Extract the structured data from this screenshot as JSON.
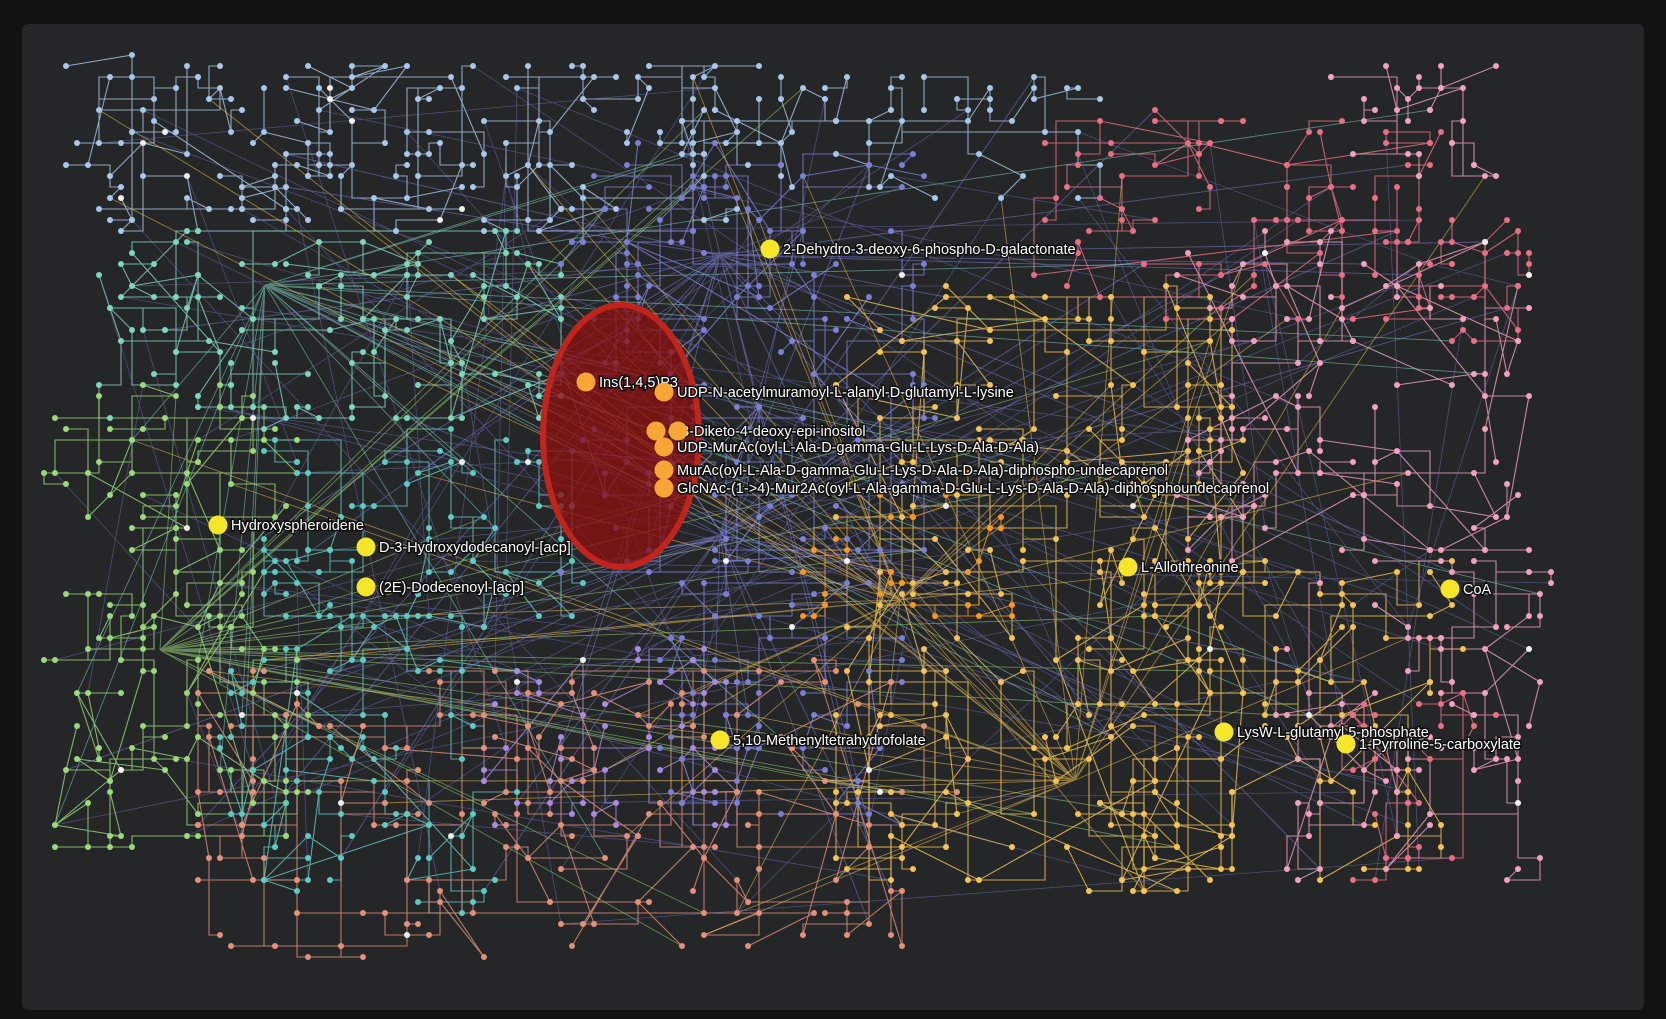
{
  "colors": {
    "background": "#121212",
    "canvas": "#252627",
    "highlight_node": "#f5e727",
    "highlight_node_in_selection": "#f7a534",
    "selection_fill": "#8b1111",
    "selection_stroke": "#c0241c",
    "cluster_blue": "#a7c8ea",
    "cluster_teal": "#7fd6bf",
    "cluster_green": "#9ad97c",
    "cluster_cyan": "#5fc9c4",
    "cluster_purple": "#a98be0",
    "cluster_indigo": "#7c7fd6",
    "cluster_salmon": "#e3917a",
    "cluster_gold": "#f3c453",
    "cluster_orange": "#f59a1c",
    "cluster_rose": "#ea6f86",
    "cluster_pink": "#f1a2bf",
    "cluster_white": "#f2f2f2"
  },
  "highlighted_nodes": [
    {
      "id": "n1",
      "label": "2-Dehydro-3-deoxy-6-phospho-D-galactonate",
      "in_selection": false
    },
    {
      "id": "n2",
      "label": "Ins(1,4,5)P3",
      "in_selection": true
    },
    {
      "id": "n3",
      "label": "UDP-N-acetylmuramoyl-L-alanyl-D-glutamyl-L-lysine",
      "in_selection": true
    },
    {
      "id": "n4",
      "label": "2,3-Diketo-4-deoxy-epi-inositol",
      "in_selection": true
    },
    {
      "id": "n5",
      "label": "UDP-MurAc(oyl-L-Ala-D-gamma-Glu-L-Lys-D-Ala-D-Ala)",
      "in_selection": true
    },
    {
      "id": "n6",
      "label": "MurAc(oyl-L-Ala-D-gamma-Glu-L-Lys-D-Ala-D-Ala)-diphospho-undecaprenol",
      "in_selection": true
    },
    {
      "id": "n7",
      "label": "GlcNAc-(1->4)-Mur2Ac(oyl-L-Ala-gamma-D-Glu-L-Lys-D-Ala-D-Ala)-diphosphoundecaprenol",
      "in_selection": true
    },
    {
      "id": "n8",
      "label": "Hydroxyspheroidene",
      "in_selection": false
    },
    {
      "id": "n9",
      "label": "D-3-Hydroxydodecanoyl-[acp]",
      "in_selection": false
    },
    {
      "id": "n10",
      "label": "(2E)-Dodecenoyl-[acp]",
      "in_selection": false
    },
    {
      "id": "n11",
      "label": "L-Allothreonine",
      "in_selection": false
    },
    {
      "id": "n12",
      "label": "CoA",
      "in_selection": false
    },
    {
      "id": "n13",
      "label": "5,10-Methenyltetrahydrofolate",
      "in_selection": false
    },
    {
      "id": "n14",
      "label": "LysW-L-glutamyl 5-phosphate",
      "in_selection": false
    },
    {
      "id": "n15",
      "label": "1-Pyrroline-5-carboxylate",
      "in_selection": false
    },
    {
      "id": "n16",
      "label": "",
      "in_selection": true
    }
  ]
}
